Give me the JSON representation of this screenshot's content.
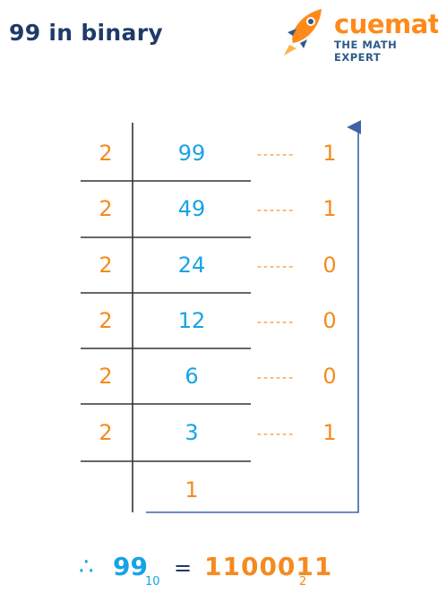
{
  "title": "99 in binary",
  "brand": {
    "name": "cuemath",
    "tagline": "THE MATH EXPERT",
    "colors": {
      "orange": "#ff8a1a",
      "navy": "#2c5a8a"
    }
  },
  "division": {
    "rows": [
      {
        "divisor": "2",
        "dividend": "99",
        "dots": "------",
        "remainder": "1"
      },
      {
        "divisor": "2",
        "dividend": "49",
        "dots": "------",
        "remainder": "1"
      },
      {
        "divisor": "2",
        "dividend": "24",
        "dots": "------",
        "remainder": "0"
      },
      {
        "divisor": "2",
        "dividend": "12",
        "dots": "------",
        "remainder": "0"
      },
      {
        "divisor": "2",
        "dividend": "6",
        "dots": "------",
        "remainder": "0"
      },
      {
        "divisor": "2",
        "dividend": "3",
        "dots": "------",
        "remainder": "1"
      }
    ],
    "final_quotient": "1",
    "arrow_icon": "arrow-up-icon",
    "colors": {
      "divisor": "#f58a1f",
      "quotient": "#17a3e6",
      "remainder": "#f58a1f",
      "arrow": "#3f63a6",
      "lines": "#333333"
    }
  },
  "result": {
    "therefore": "∴",
    "decimal": "99",
    "decimal_base": "10",
    "equals": "=",
    "binary": "1100011",
    "binary_base": "2"
  }
}
